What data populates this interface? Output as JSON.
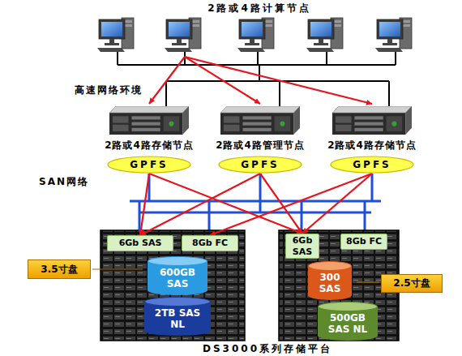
{
  "diagram": {
    "caption": "DS3000系列存储平台",
    "nodes": [
      {
        "text": [
          "2路或4路计算节点"
        ]
      },
      {
        "text": [
          "2路或4路存储节点"
        ]
      },
      {
        "text": [
          "2路或4路管理节点"
        ]
      },
      {
        "text": [
          "2路或4路存储节点"
        ]
      },
      {
        "text": [
          "GPFS"
        ]
      },
      {
        "text": [
          "GPFS"
        ]
      },
      {
        "text": [
          "GPFS"
        ]
      },
      {
        "text": [
          "6Gb SAS"
        ]
      },
      {
        "text": [
          "8Gb FC"
        ]
      },
      {
        "text": [
          "6Gb SAS"
        ]
      },
      {
        "text": [
          "8Gb FC"
        ]
      },
      {
        "text": [
          "600GB SAS"
        ]
      },
      {
        "text": [
          "2TB SAS NL"
        ]
      },
      {
        "text": [
          "3.5寸盘"
        ]
      },
      {
        "text": [
          "300 SAS"
        ]
      },
      {
        "text": [
          "500GB SAS NL"
        ]
      },
      {
        "text": [
          "2.5寸盘"
        ]
      }
    ],
    "edges": [
      {
        "from": 0,
        "to": 1,
        "arrow": "to"
      },
      {
        "from": 0,
        "to": 2,
        "arrow": "to"
      },
      {
        "from": 0,
        "to": 3,
        "arrow": "to"
      },
      {
        "from": 4,
        "to": 7,
        "arrow": "to"
      },
      {
        "from": 4,
        "to": 9,
        "arrow": "to"
      },
      {
        "from": 5,
        "to": 7,
        "arrow": "to"
      },
      {
        "from": 5,
        "to": 9,
        "arrow": "to"
      },
      {
        "from": 6,
        "to": 8,
        "arrow": "to"
      },
      {
        "from": 6,
        "to": 9,
        "arrow": "to"
      }
    ],
    "labels": [
      "高速网络环境",
      "SAN网络"
    ]
  }
}
